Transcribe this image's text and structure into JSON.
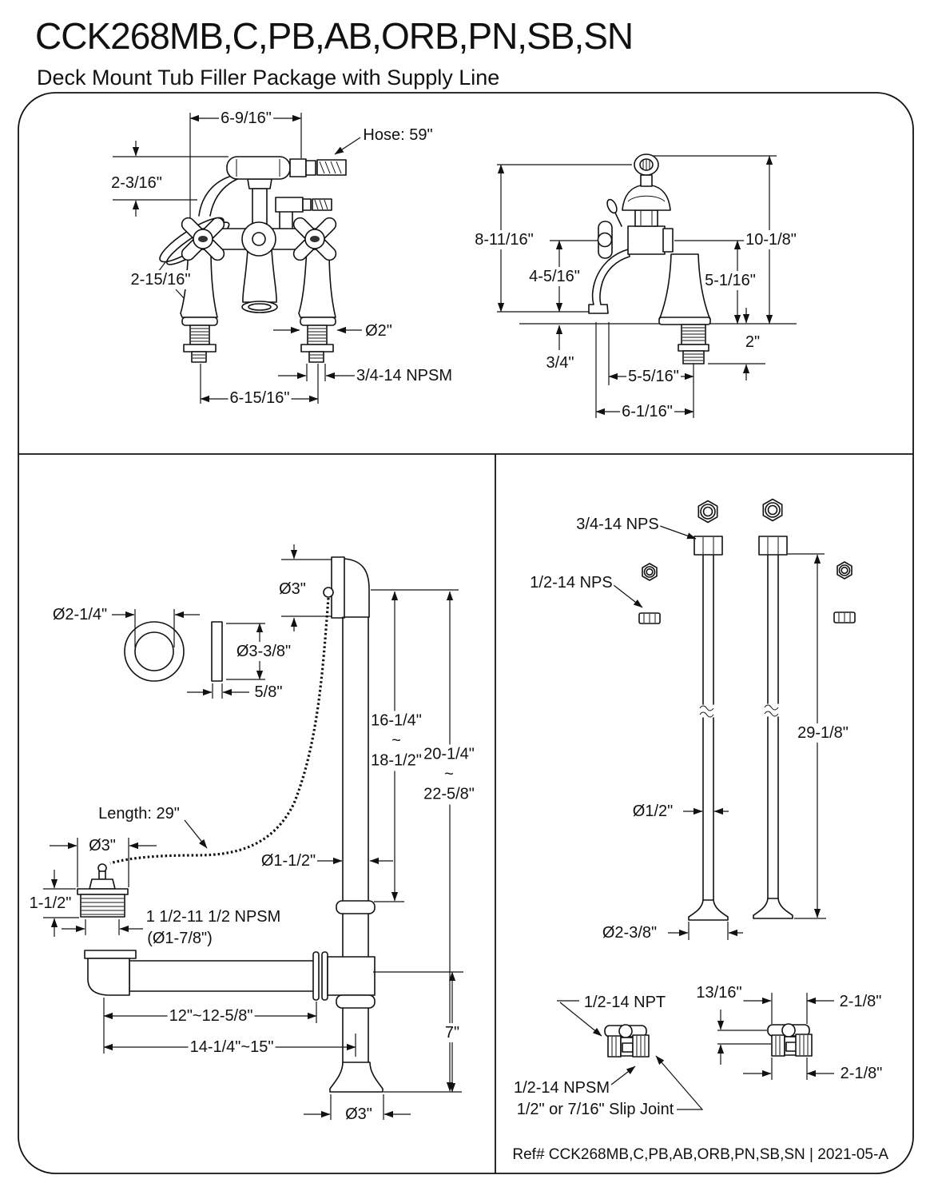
{
  "title": "CCK268MB,C,PB,AB,ORB,PN,SB,SN",
  "subtitle": "Deck Mount Tub Filler Package with Supply Line",
  "footer": "Ref# CCK268MB,C,PB,AB,ORB,PN,SB,SN | 2021-05-A",
  "faucet_front": {
    "handset_length": "6-9/16\"",
    "hose_length": "Hose: 59\"",
    "handset_drop": "2-3/16\"",
    "handle_size": "2-15/16\"",
    "shank_diameter": "Ø2\"",
    "shank_thread": "3/4-14 NPSM",
    "faucet_centers": "6-15/16\""
  },
  "faucet_side": {
    "height_to_spout": "8-11/16\"",
    "spout_drop": "4-5/16\"",
    "total_height": "10-1/8\"",
    "body_height": "5-1/16\"",
    "shank_length": "2\"",
    "spout_clearance": "3/4\"",
    "spout_reach": "5-5/16\"",
    "spout_reach_total": "6-1/16\""
  },
  "drain": {
    "overflow_head_diameter": "Ø3\"",
    "overflow_hole_diameter": "Ø2-1/4\"",
    "washer_diameter": "Ø3-3/8\"",
    "washer_thickness": "5/8\"",
    "overflow_height_range": "16-1/4\"\n~\n18-1/2\"",
    "total_height_range": "20-1/4\"\n~\n22-5/8\"",
    "chain_length": "Length: 29\"",
    "stopper_diameter": "Ø3\"",
    "overflow_pipe_diameter": "Ø1-1/2\"",
    "stopper_height": "1-1/2\"",
    "stopper_thread": "1 1/2-11 1/2 NPSM",
    "stopper_thread_diameter": "(Ø1-7/8\")",
    "waste_run_range": "12\"~12-5/8\"",
    "waste_total_range": "14-1/4\"~15\"",
    "outlet_height": "7\"",
    "base_diameter": "Ø3\""
  },
  "supply": {
    "top_thread": "3/4-14 NPS",
    "nut_thread": "1/2-14 NPS",
    "pipe_length": "29-1/8\"",
    "pipe_diameter": "Ø1/2\"",
    "base_diameter": "Ø2-3/8\"",
    "valve_inlet_thread": "1/2-14 NPT",
    "valve_offset": "13/16\"",
    "valve_width_top": "2-1/8\"",
    "valve_outlet_thread": "1/2-14 NPSM",
    "valve_slip_joint": "1/2\" or 7/16\" Slip Joint",
    "valve_width_bottom": "2-1/8\""
  }
}
